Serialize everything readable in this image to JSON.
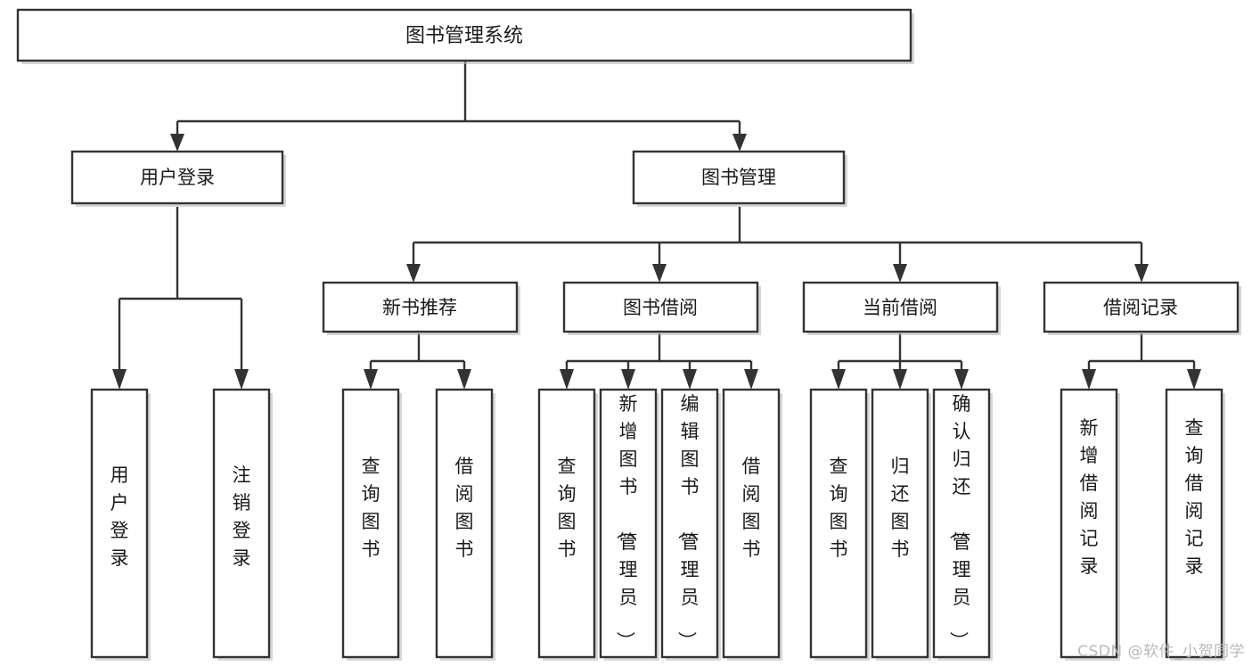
{
  "diagram": {
    "type": "tree",
    "orientation": "top-down",
    "title": "图书管理系统",
    "watermark": "CSDN @软件_小贺同学",
    "colors": {
      "stroke": "#333333",
      "fill": "#ffffff",
      "text": "#1a1a1a",
      "background": "#ffffff",
      "watermark": "#b9b9b9"
    },
    "nodes": {
      "root": {
        "label": "图书管理系统",
        "level": 1,
        "orientation": "horizontal"
      },
      "l2_a": {
        "label": "用户登录",
        "level": 2,
        "orientation": "horizontal"
      },
      "l2_b": {
        "label": "图书管理",
        "level": 2,
        "orientation": "horizontal"
      },
      "l3_a": {
        "label": "新书推荐",
        "level": 3,
        "orientation": "horizontal"
      },
      "l3_b": {
        "label": "图书借阅",
        "level": 3,
        "orientation": "horizontal"
      },
      "l3_c": {
        "label": "当前借阅",
        "level": 3,
        "orientation": "horizontal"
      },
      "l3_d": {
        "label": "借阅记录",
        "level": 3,
        "orientation": "horizontal"
      },
      "leaf_1": {
        "label": "用户登录",
        "level": 3,
        "orientation": "vertical"
      },
      "leaf_2": {
        "label": "注销登录",
        "level": 3,
        "orientation": "vertical"
      },
      "leaf_3": {
        "label": "查询图书",
        "level": 4,
        "orientation": "vertical"
      },
      "leaf_4": {
        "label": "借阅图书",
        "level": 4,
        "orientation": "vertical"
      },
      "leaf_5": {
        "label": "查询图书",
        "level": 4,
        "orientation": "vertical"
      },
      "leaf_6": {
        "label": "新增图书（管理员）",
        "level": 4,
        "orientation": "vertical"
      },
      "leaf_7": {
        "label": "编辑图书（管理员）",
        "level": 4,
        "orientation": "vertical"
      },
      "leaf_8": {
        "label": "借阅图书",
        "level": 4,
        "orientation": "vertical"
      },
      "leaf_9": {
        "label": "查询图书",
        "level": 4,
        "orientation": "vertical"
      },
      "leaf_10": {
        "label": "归还图书",
        "level": 4,
        "orientation": "vertical"
      },
      "leaf_11": {
        "label": "确认归还（管理员）",
        "level": 4,
        "orientation": "vertical"
      },
      "leaf_12": {
        "label": "新增借阅记录",
        "level": 4,
        "orientation": "vertical"
      },
      "leaf_13": {
        "label": "查询借阅记录",
        "level": 4,
        "orientation": "vertical"
      }
    },
    "edges": [
      {
        "from": "root",
        "to": "l2_a"
      },
      {
        "from": "root",
        "to": "l2_b"
      },
      {
        "from": "l2_a",
        "to": "leaf_1"
      },
      {
        "from": "l2_a",
        "to": "leaf_2"
      },
      {
        "from": "l2_b",
        "to": "l3_a"
      },
      {
        "from": "l2_b",
        "to": "l3_b"
      },
      {
        "from": "l2_b",
        "to": "l3_c"
      },
      {
        "from": "l2_b",
        "to": "l3_d"
      },
      {
        "from": "l3_a",
        "to": "leaf_3"
      },
      {
        "from": "l3_a",
        "to": "leaf_4"
      },
      {
        "from": "l3_b",
        "to": "leaf_5"
      },
      {
        "from": "l3_b",
        "to": "leaf_6"
      },
      {
        "from": "l3_b",
        "to": "leaf_7"
      },
      {
        "from": "l3_b",
        "to": "leaf_8"
      },
      {
        "from": "l3_c",
        "to": "leaf_9"
      },
      {
        "from": "l3_c",
        "to": "leaf_10"
      },
      {
        "from": "l3_c",
        "to": "leaf_11"
      },
      {
        "from": "l3_d",
        "to": "leaf_12"
      },
      {
        "from": "l3_d",
        "to": "leaf_13"
      }
    ]
  }
}
